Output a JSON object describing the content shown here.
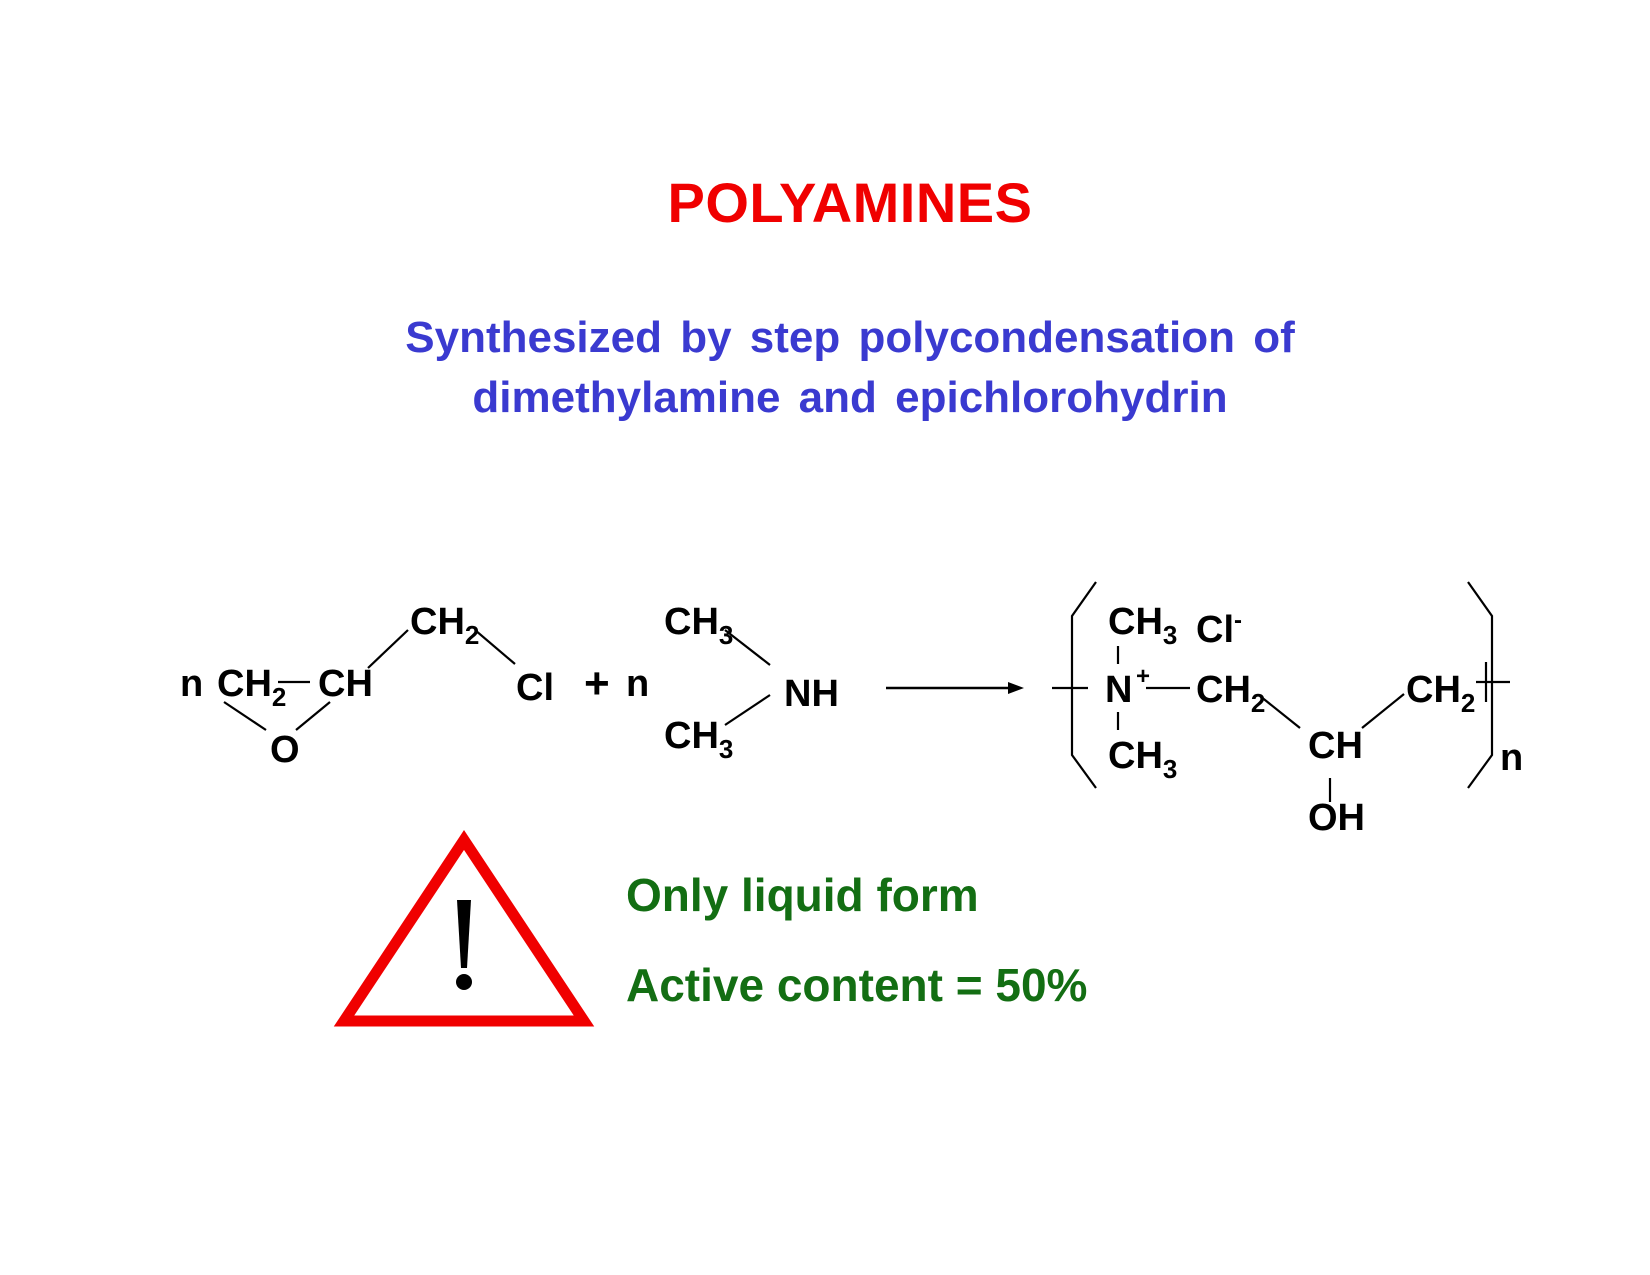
{
  "slide": {
    "title": "POLYAMINES",
    "subtitle_line1": "Synthesized by step polycondensation of",
    "subtitle_line2": "dimethylamine and epichlorohydrin"
  },
  "reaction": {
    "coef_n": "n",
    "ch2": "CH",
    "ch": "CH",
    "ch3": "CH",
    "sub2": "2",
    "sub3": "3",
    "oxygen": "O",
    "chlorine": "Cl",
    "plus": "+",
    "nh": "NH",
    "nitrogen": "N",
    "charge_plus": "+",
    "chloride": "Cl",
    "charge_minus": "-",
    "oh": "OH",
    "repeat_n": "n"
  },
  "warning": {
    "icon": "warning-triangle-icon",
    "color": "#f00000",
    "line1": "Only liquid form",
    "line2": "Active content = 50%"
  }
}
